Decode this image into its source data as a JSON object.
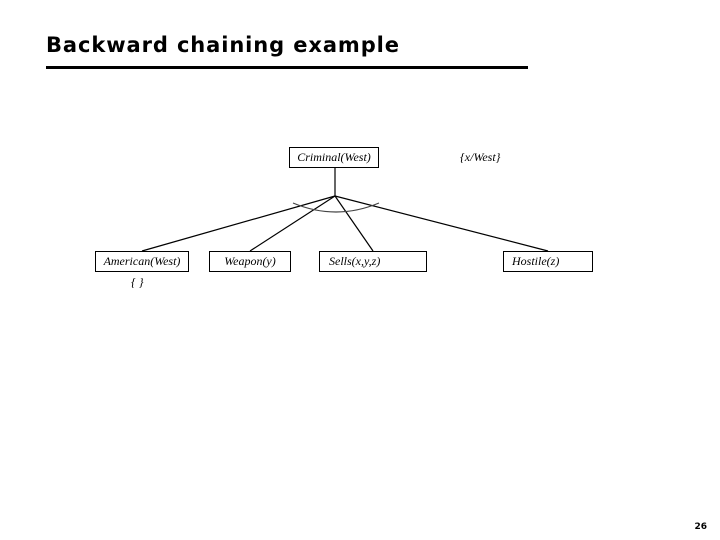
{
  "slide": {
    "title": "Backward chaining example",
    "page_number": "26"
  },
  "tree": {
    "root": {
      "label": "Criminal(West)",
      "substitution": "{x/West}"
    },
    "leaves": [
      {
        "label": "American(West)",
        "substitution": "{ }"
      },
      {
        "label": "Weapon(y)",
        "substitution": ""
      },
      {
        "label": "Sells(x,y,z)",
        "substitution": ""
      },
      {
        "label": "Hostile(z)",
        "substitution": ""
      }
    ],
    "conjunction_marker": "arc",
    "line_color": "#000000",
    "box_border_color": "#000000",
    "background_color": "#ffffff"
  }
}
